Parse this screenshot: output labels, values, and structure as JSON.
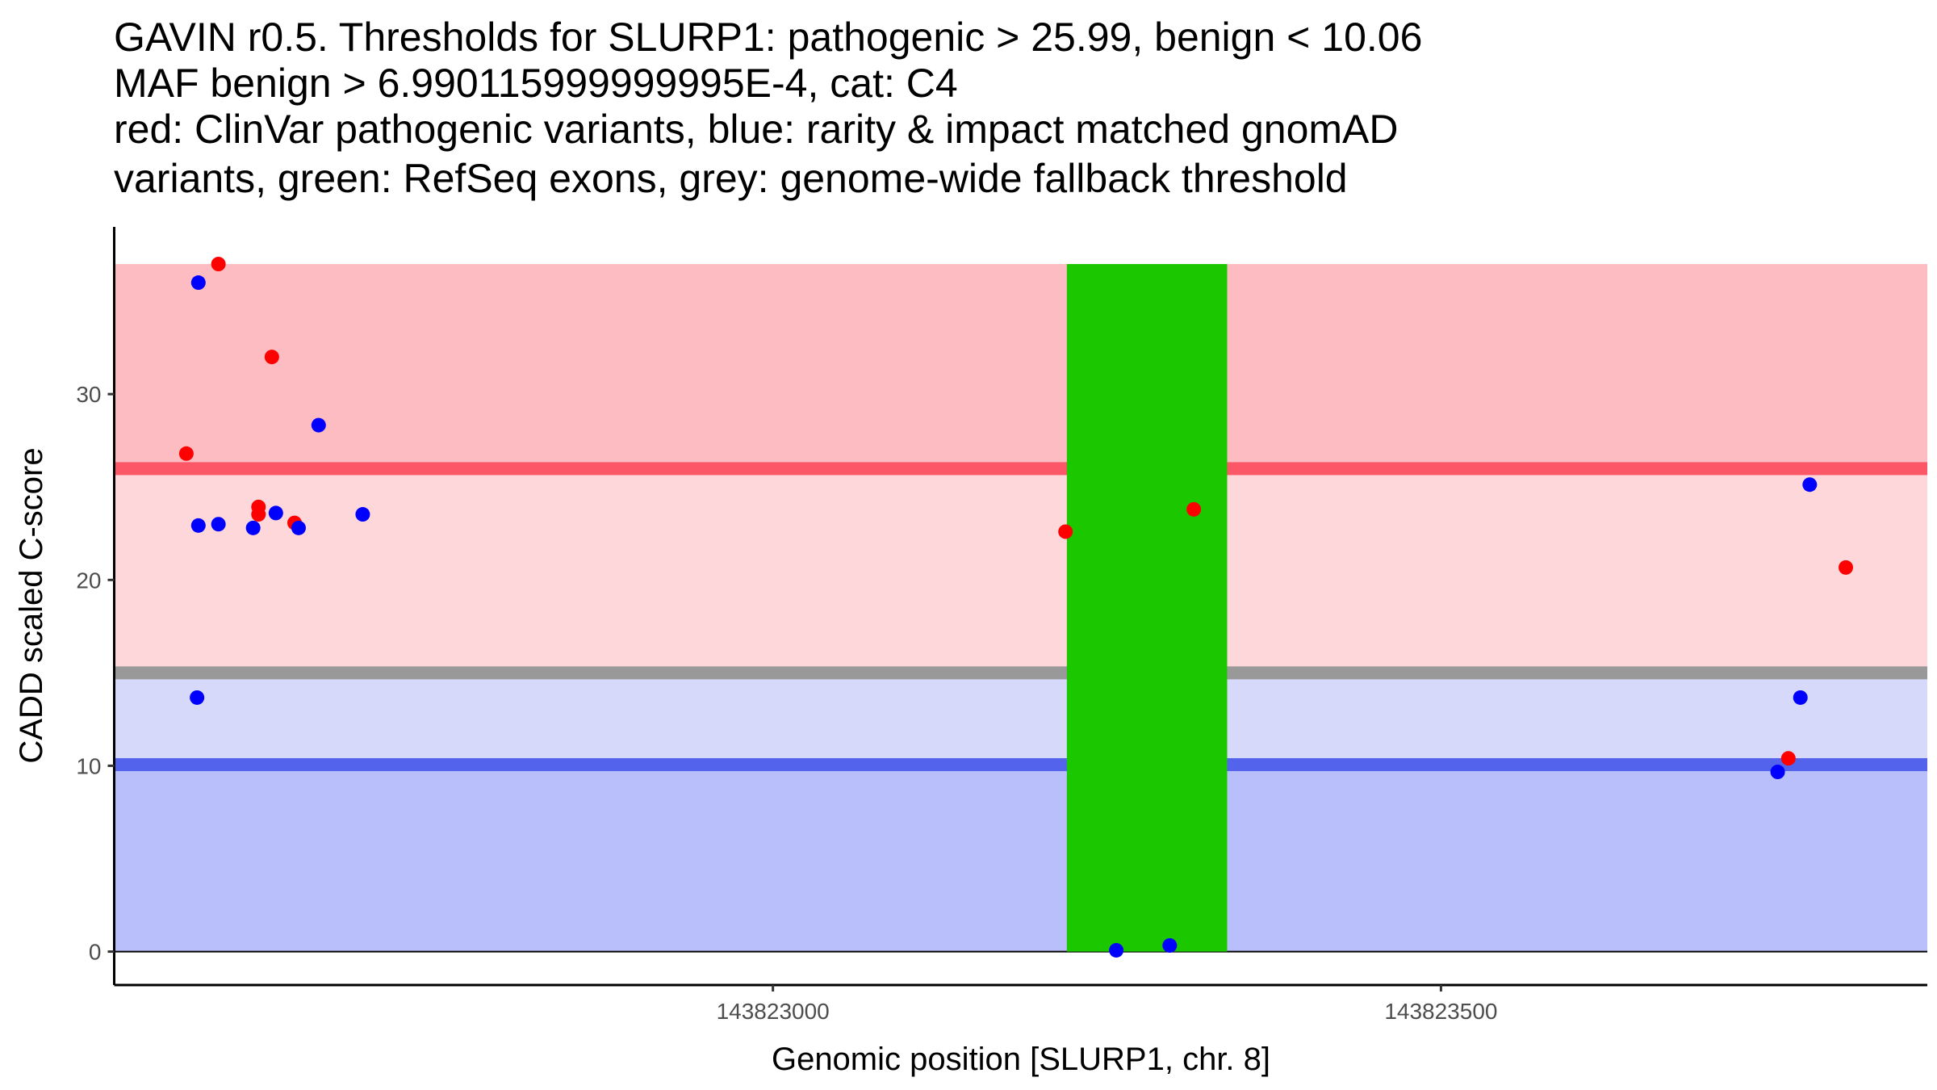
{
  "chart_data": {
    "type": "scatter",
    "title_lines": [
      "GAVIN r0.5. Thresholds for SLURP1: pathogenic > 25.99, benign < 10.06",
      "MAF benign > 6.990115999999995E-4, cat: C4",
      "red: ClinVar pathogenic variants, blue: rarity & impact matched gnomAD",
      "variants, green: RefSeq exons, grey: genome-wide fallback threshold"
    ],
    "xlabel": "Genomic position [SLURP1, chr. 8]",
    "ylabel": "CADD scaled C-score",
    "xlim": [
      143822507,
      143823864
    ],
    "ylim": [
      -1.8,
      39
    ],
    "x_ticks": [
      {
        "value": 143823000,
        "label": "143823000"
      },
      {
        "value": 143823500,
        "label": "143823500"
      }
    ],
    "y_ticks": [
      {
        "value": 0,
        "label": "0"
      },
      {
        "value": 10,
        "label": "10"
      },
      {
        "value": 20,
        "label": "20"
      },
      {
        "value": 30,
        "label": "30"
      }
    ],
    "grid": false,
    "bands": [
      {
        "name": "benign-zone",
        "from": 0,
        "to": 10.06,
        "color": "#B9BFFA"
      },
      {
        "name": "fallback-benign-zone",
        "from": 10.06,
        "to": 15,
        "color": "#D6D9FA"
      },
      {
        "name": "fallback-pathogenic-zone",
        "from": 15,
        "to": 25.99,
        "color": "#FED7DB"
      },
      {
        "name": "pathogenic-zone",
        "from": 25.99,
        "to": 37,
        "color": "#FDBCC1"
      }
    ],
    "threshold_lines": [
      {
        "name": "pathogenic-threshold",
        "value": 25.99,
        "color": "#FB5766"
      },
      {
        "name": "fallback-threshold",
        "value": 15,
        "color": "#999999"
      },
      {
        "name": "benign-threshold",
        "value": 10.06,
        "color": "#5363EC"
      }
    ],
    "exons": [
      {
        "start": 143823220,
        "end": 143823340,
        "ymin": 0,
        "ymax": 37,
        "color": "#1BC800"
      }
    ],
    "series": [
      {
        "name": "ClinVar pathogenic",
        "color": "#FF0000",
        "points": [
          [
            143822585,
            37.0
          ],
          [
            143822625,
            32.0
          ],
          [
            143822561,
            26.8
          ],
          [
            143822615,
            23.93
          ],
          [
            143822615,
            23.53
          ],
          [
            143822642,
            23.07
          ],
          [
            143823219,
            22.6
          ],
          [
            143823315,
            23.8
          ],
          [
            143823803,
            20.67
          ],
          [
            143823760,
            10.4
          ]
        ]
      },
      {
        "name": "gnomAD matched",
        "color": "#0000FF",
        "points": [
          [
            143822570,
            36.0
          ],
          [
            143822660,
            28.33
          ],
          [
            143822570,
            22.93
          ],
          [
            143822585,
            23.0
          ],
          [
            143822611,
            22.8
          ],
          [
            143822628,
            23.6
          ],
          [
            143822645,
            22.8
          ],
          [
            143822693,
            23.53
          ],
          [
            143822569,
            13.67
          ],
          [
            143823257,
            0.07
          ],
          [
            143823297,
            0.33
          ],
          [
            143823776,
            25.13
          ],
          [
            143823769,
            13.67
          ],
          [
            143823752,
            9.67
          ]
        ]
      }
    ]
  }
}
